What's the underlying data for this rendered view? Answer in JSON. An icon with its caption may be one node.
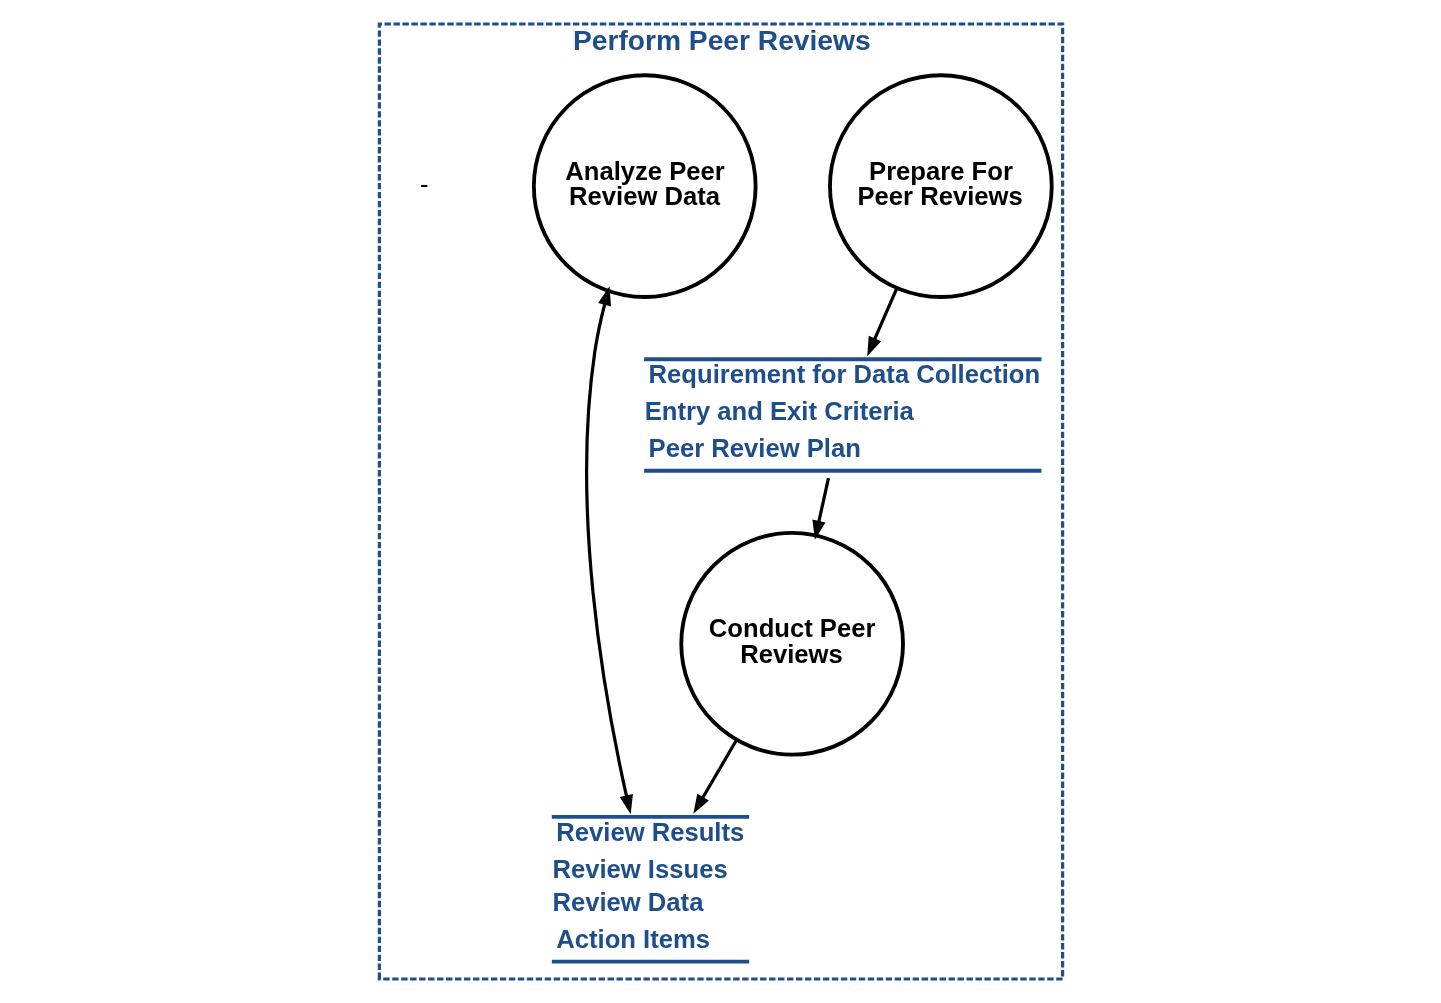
{
  "diagram": {
    "nodes": [
      {
        "text": [
          "Perform Peer Reviews"
        ]
      },
      {
        "text": [
          "Prepare For Peer Reviews"
        ],
        "in": 0
      },
      {
        "text": [
          "Analyze Peer Review Data"
        ],
        "in": 0
      },
      {
        "text": [
          "Requirement for Data Collection",
          "Entry and Exit Criteria",
          "Peer Review Plan"
        ],
        "in": 0
      },
      {
        "text": [
          "Review Results",
          "Review Issues",
          "Review Data",
          "Action Items"
        ],
        "in": 0
      },
      {
        "text": [
          "Conduct Peer Reviews"
        ],
        "in": 0
      }
    ],
    "edges": [
      {
        "from": 1,
        "to": 3,
        "arrow": "to"
      },
      {
        "from": 3,
        "to": 5,
        "arrow": "to"
      },
      {
        "from": 5,
        "to": 4,
        "arrow": "to"
      },
      {
        "from": 2,
        "to": 4,
        "arrow": "both"
      }
    ],
    "labels": [
      "-"
    ]
  }
}
